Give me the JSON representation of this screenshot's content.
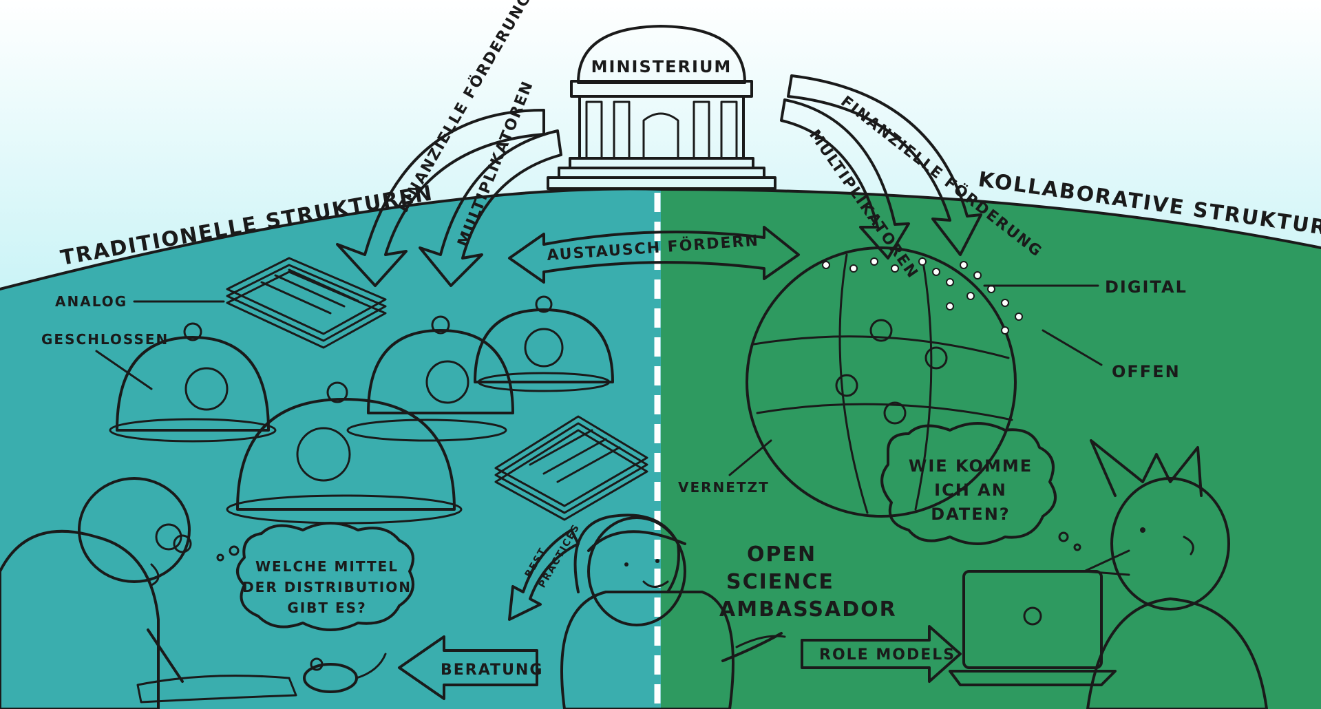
{
  "colors": {
    "sky_top": "#ffffff",
    "sky_bottom": "#7fe3ea",
    "left_ground": "#3aaeae",
    "right_ground": "#2e9a60",
    "arrow_fill": "#8be6ee",
    "ink": "#1a1a1a"
  },
  "building": {
    "label": "MINISTERIUM"
  },
  "regions": {
    "left_title": "TRADITIONELLE STRUKTUREN",
    "right_title": "KOLLABORATIVE STRUKTUREN"
  },
  "arrows": {
    "left_funding": "FINANZIELLE FÖRDERUNG",
    "left_multipliers": "MULTIPLIKATOREN",
    "right_funding": "FINANZIELLE FÖRDERUNG",
    "right_multipliers": "MULTIPLIKATOREN",
    "exchange": "AUSTAUSCH FÖRDERN",
    "best_practices_1": "BEST",
    "best_practices_2": "PRACTICES",
    "advice": "BERATUNG",
    "role_models": "ROLE MODELS"
  },
  "labels": {
    "analog": "ANALOG",
    "closed": "GESCHLOSSEN",
    "digital": "DIGITAL",
    "open": "OFFEN",
    "networked": "VERNETZT",
    "ambassador_1": "OPEN",
    "ambassador_2": "SCIENCE",
    "ambassador_3": "AMBASSADOR"
  },
  "bubbles": {
    "left_1": "WELCHE MITTEL",
    "left_2": "DER DISTRIBUTION",
    "left_3": "GIBT ES?",
    "right_1": "WIE KOMME",
    "right_2": "ICH AN",
    "right_3": "DATEN?"
  },
  "icons": [
    "building-icon",
    "dome-icon",
    "paper-stack-icon",
    "puzzle-globe-icon",
    "laptop-icon",
    "mouse-icon",
    "pen-icon"
  ]
}
